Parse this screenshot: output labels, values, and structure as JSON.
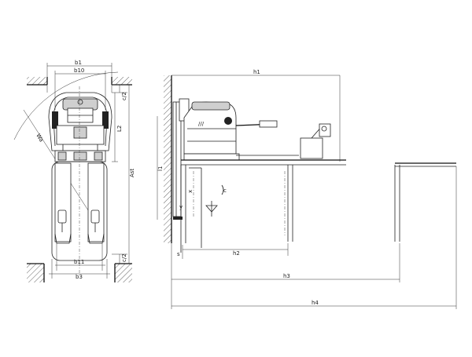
{
  "labels": {
    "b1": "b1",
    "b10": "b10",
    "b11": "b11",
    "b3": "b3",
    "c2": "c/2",
    "l2": "L2",
    "wa": "Wa",
    "ast": "Ast",
    "h1": "h1",
    "h2": "h2",
    "h3": "h3",
    "h4": "h4",
    "l1": "l1",
    "x": "x",
    "y": "y",
    "s": "s",
    "c": "c"
  }
}
